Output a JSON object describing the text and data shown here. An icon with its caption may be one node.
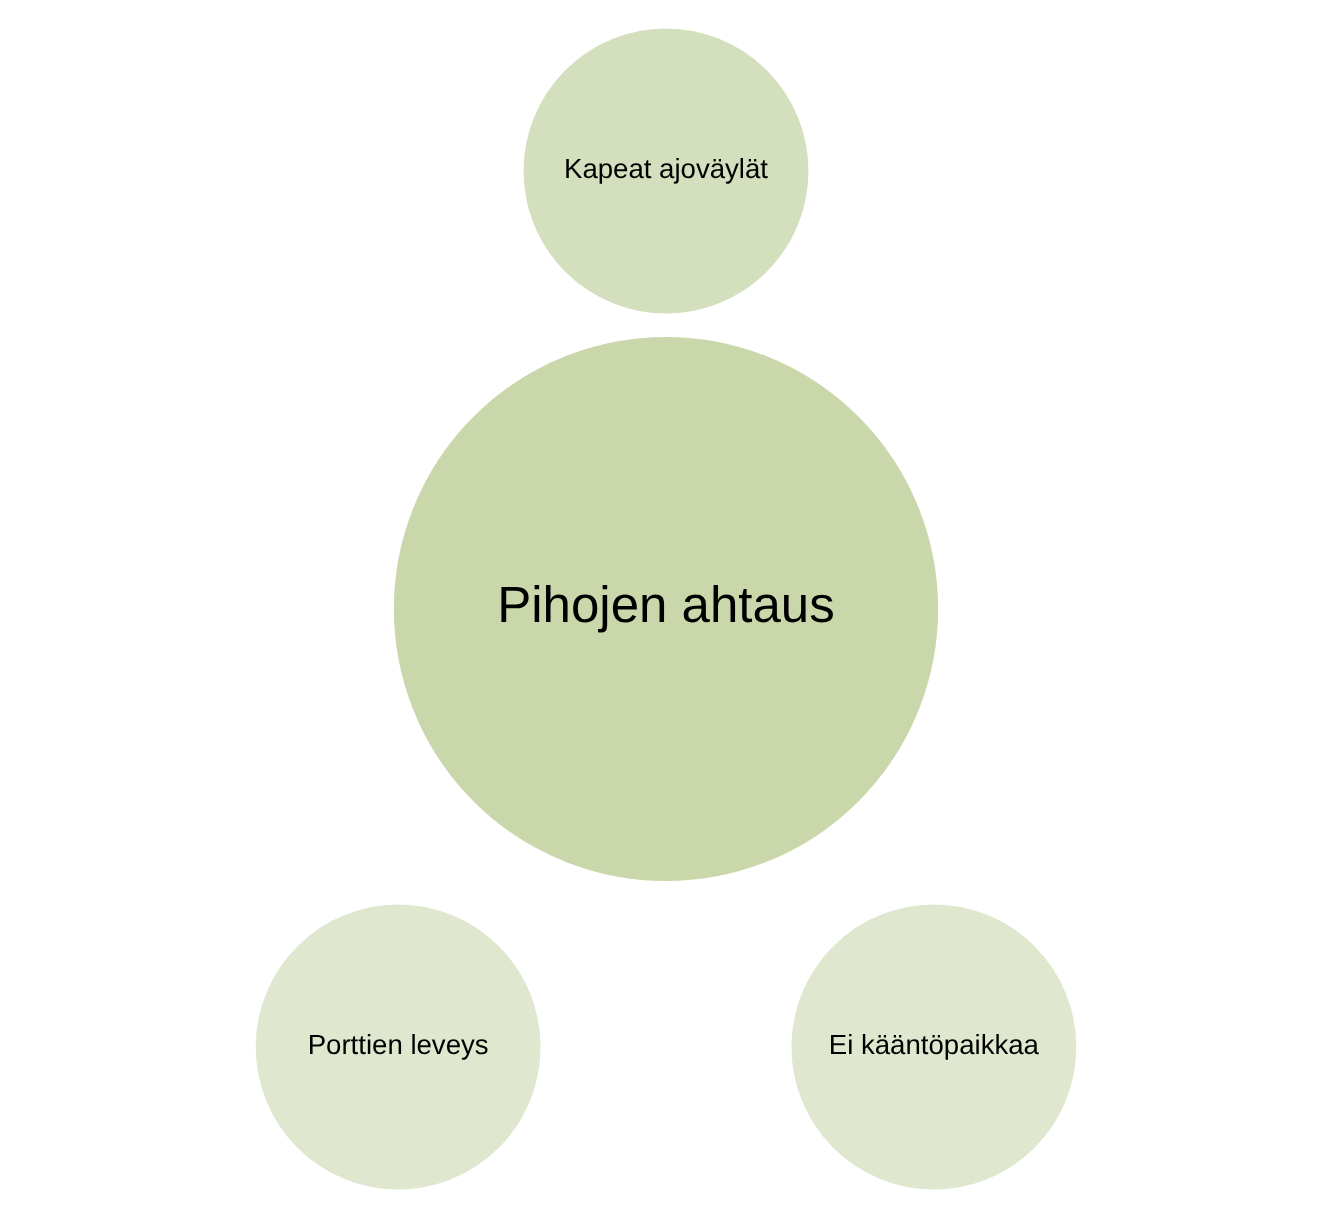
{
  "diagram": {
    "nodes": [
      {
        "text": [
          "Kapeat ajoväylät"
        ]
      },
      {
        "text": [
          "Pihojen ahtaus"
        ]
      },
      {
        "text": [
          "Porttien leveys"
        ]
      },
      {
        "text": [
          "Ei kääntöpaikkaa"
        ]
      }
    ]
  }
}
